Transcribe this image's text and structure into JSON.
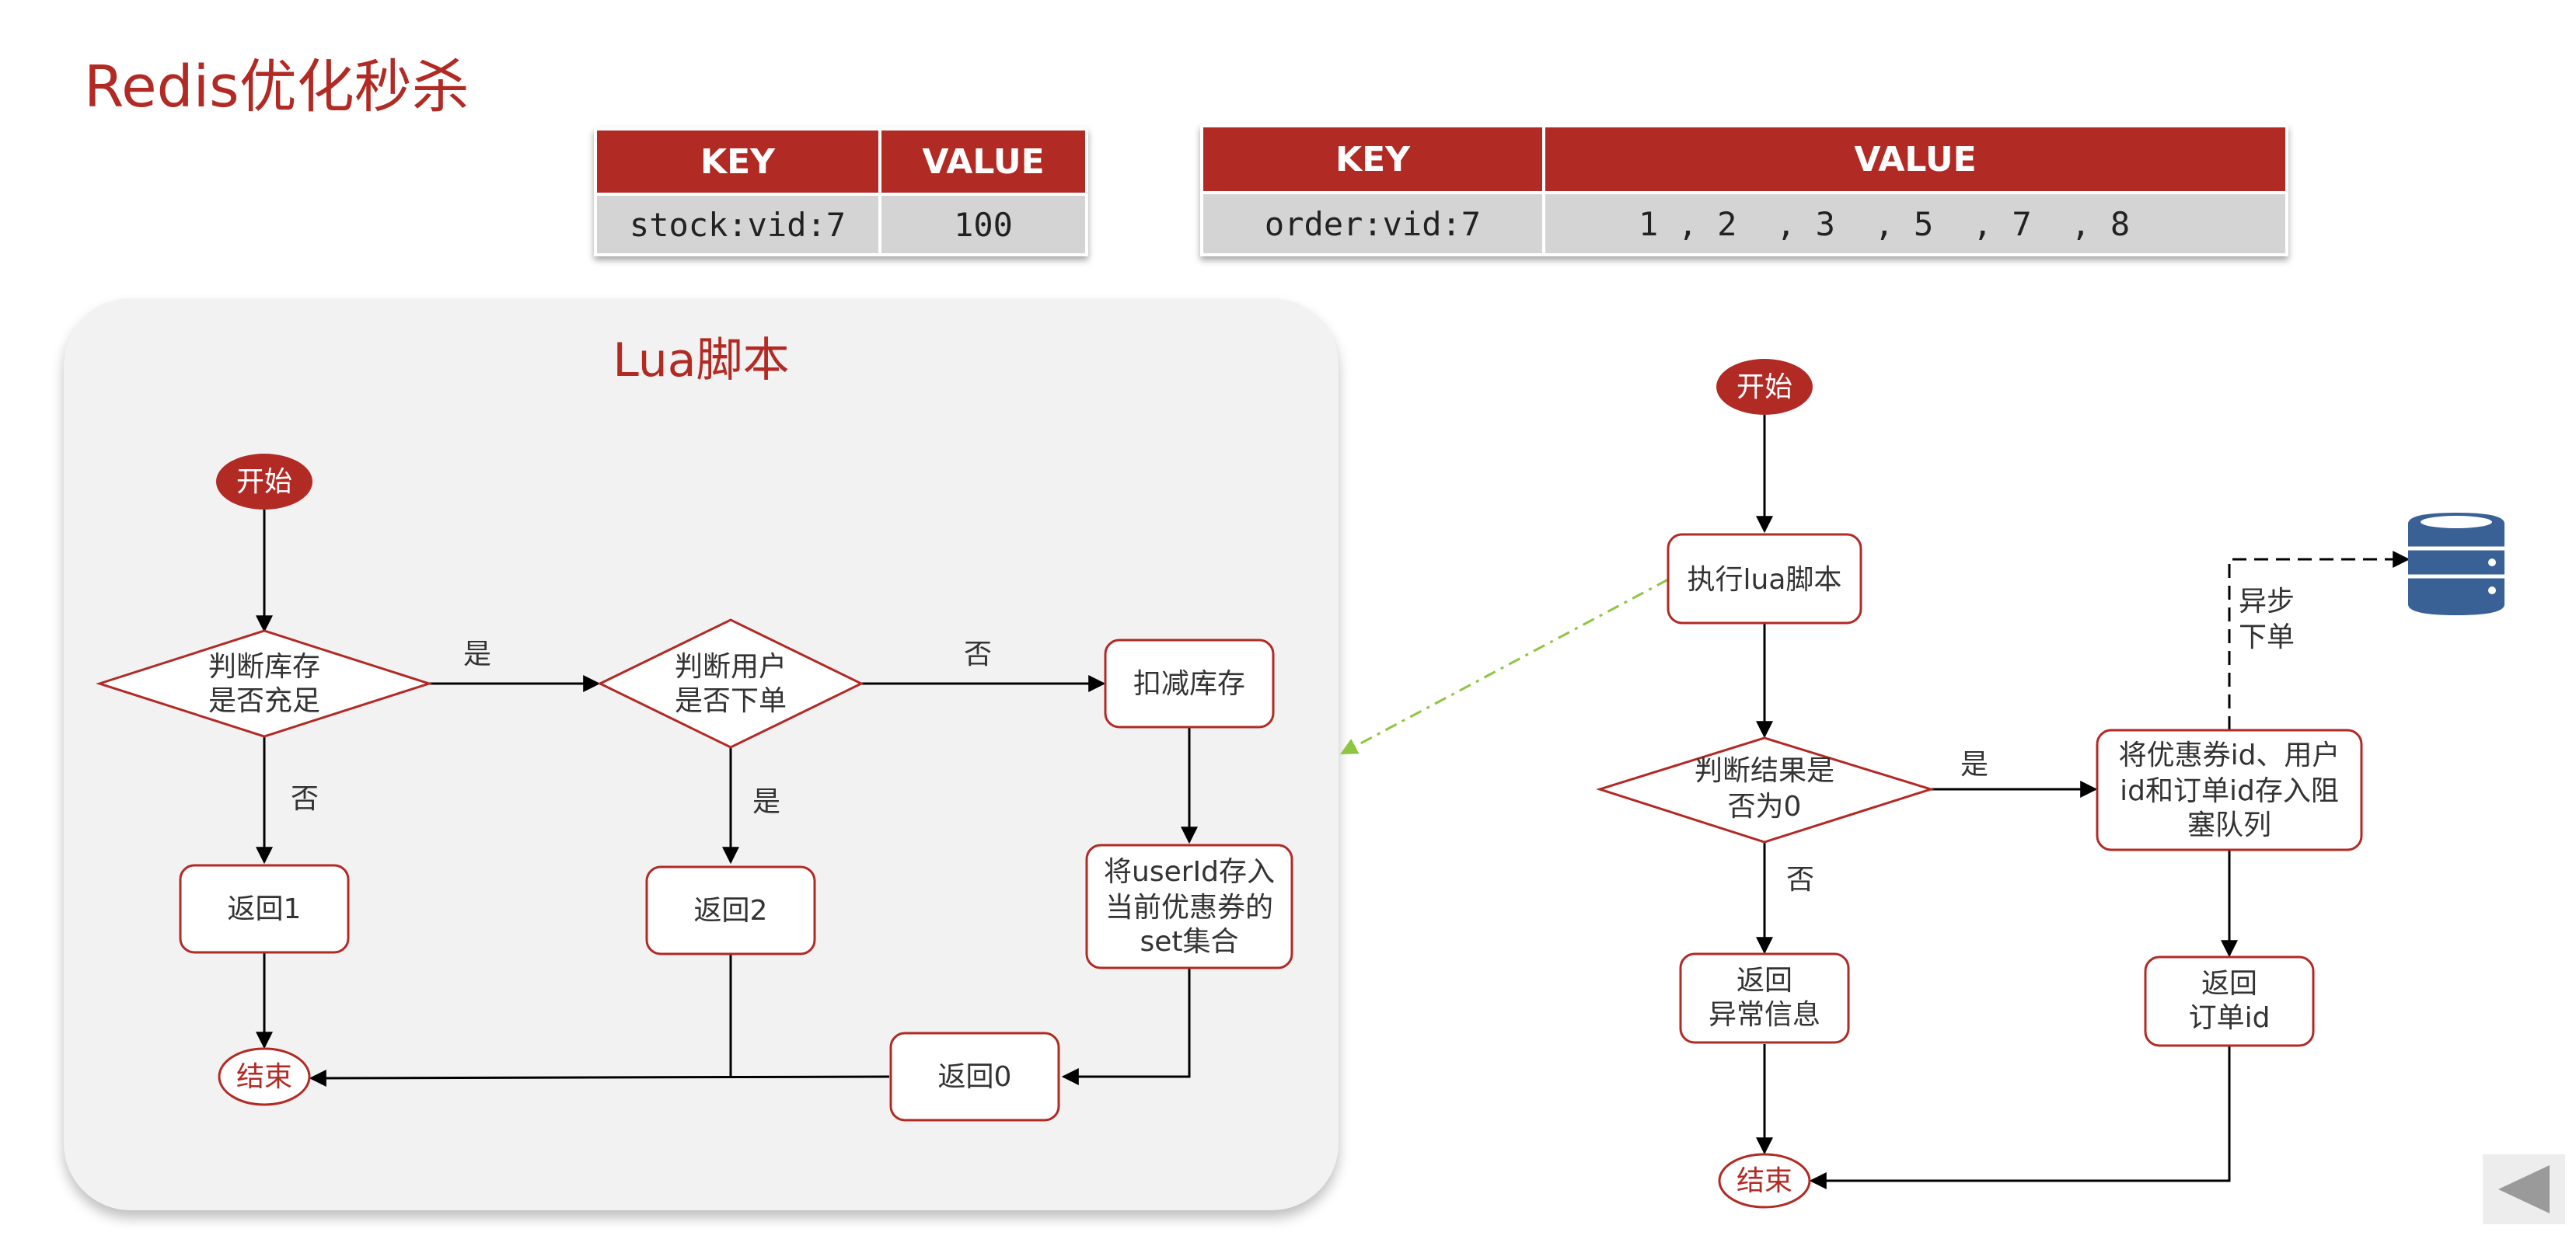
{
  "page": {
    "title": "Redis优化秒杀"
  },
  "colors": {
    "accent": "#B22A24",
    "db_icon": "#3A6195",
    "link_arrow": "#8DC63F",
    "panel": "#F2F2F2"
  },
  "stock_table": {
    "headers": [
      "KEY",
      "VALUE"
    ],
    "row": [
      "stock:vid:7",
      "100"
    ]
  },
  "order_table": {
    "headers": [
      "KEY",
      "VALUE"
    ],
    "row": [
      "order:vid:7",
      "1 , 2  , 3  , 5  , 7  , 8"
    ]
  },
  "lua": {
    "title": "Lua脚本",
    "start": "开始",
    "check_stock": [
      "判断库存",
      "是否充足"
    ],
    "check_user": [
      "判断用户",
      "是否下单"
    ],
    "deduct": "扣减库存",
    "save_user": [
      "将userId存入",
      "当前优惠券的",
      "set集合"
    ],
    "return1": "返回1",
    "return2": "返回2",
    "return0": "返回0",
    "end": "结束",
    "yes1": "是",
    "no1": "否",
    "no2": "否",
    "yes2": "是"
  },
  "main": {
    "start": "开始",
    "exec_lua": "执行lua脚本",
    "check_result": [
      "判断结果是",
      "否为0"
    ],
    "enqueue": [
      "将优惠券id、用户",
      "id和订单id存入阻",
      "塞队列"
    ],
    "return_error": [
      "返回",
      "异常信息"
    ],
    "return_order": [
      "返回",
      "订单id"
    ],
    "async": [
      "异步",
      "下单"
    ],
    "end": "结束",
    "yes": "是",
    "no": "否"
  },
  "icons": {
    "database": "database-icon",
    "nav": "previous-slide-icon"
  }
}
